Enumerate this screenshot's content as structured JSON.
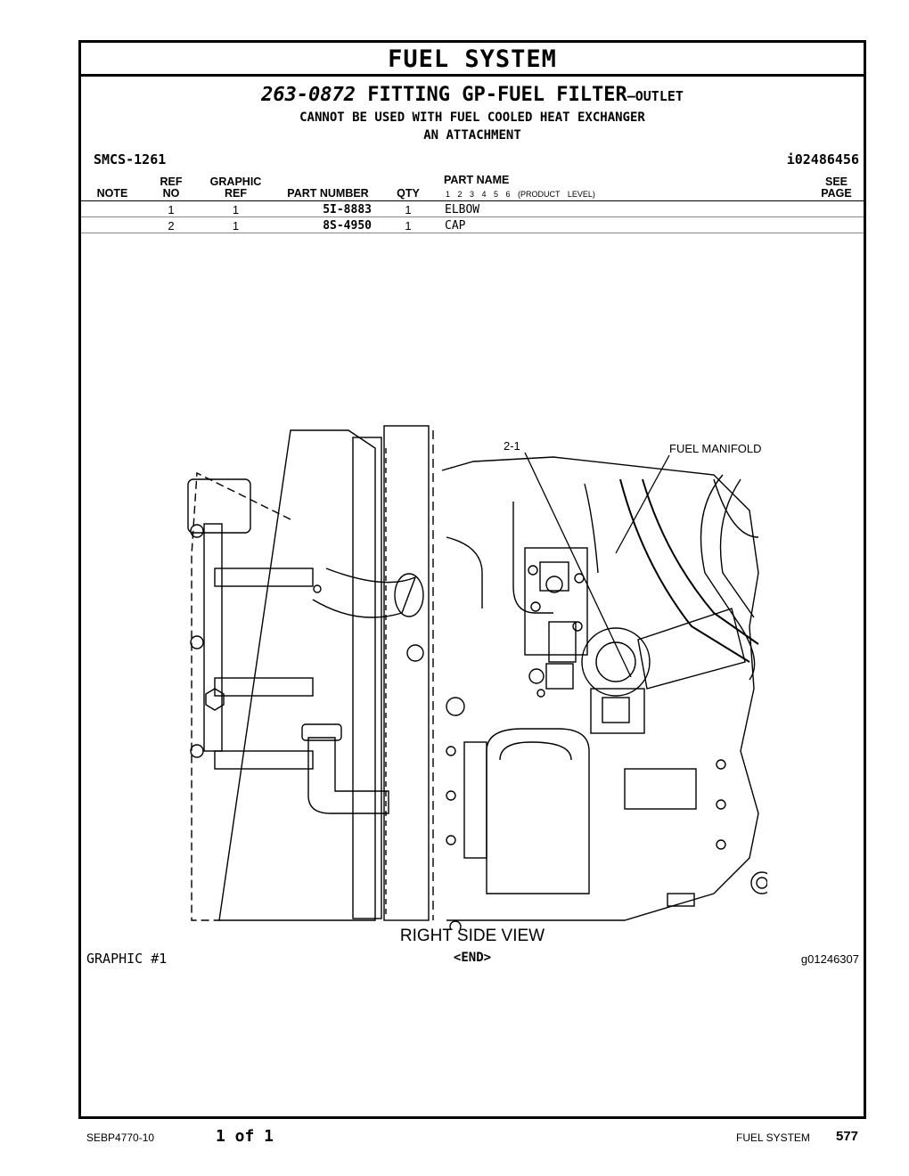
{
  "section_title": "FUEL SYSTEM",
  "group": {
    "number": "263-0872",
    "name": "FITTING GP-FUEL FILTER",
    "name_suffix": "–OUTLET",
    "note_1": "CANNOT BE USED WITH FUEL COOLED HEAT EXCHANGER",
    "note_2": "AN ATTACHMENT"
  },
  "smcs": "SMCS-1261",
  "illustration_id": "i02486456",
  "table": {
    "headers": {
      "note": "NOTE",
      "ref": "REF",
      "no": "NO",
      "graphic": "GRAPHIC",
      "graphic_ref": "REF",
      "part_number": "PART NUMBER",
      "qty": "QTY",
      "part_name": "PART NAME",
      "levels": "1 2 3 4 5 6 (PRODUCT LEVEL)",
      "see": "SEE",
      "page": "PAGE"
    },
    "rows": [
      {
        "ref_no": "1",
        "graphic_ref": "1",
        "part_number": "5I-8883",
        "qty": "1",
        "part_name": "ELBOW"
      },
      {
        "ref_no": "2",
        "graphic_ref": "1",
        "part_number": "8S-4950",
        "qty": "1",
        "part_name": "CAP"
      }
    ]
  },
  "illustration": {
    "callout_ref": "2-1",
    "callout_manifold": "FUEL MANIFOLD",
    "view_label": "RIGHT SIDE VIEW"
  },
  "graphic_number": "GRAPHIC #1",
  "end_mark": "<END>",
  "graphic_id": "g01246307",
  "footer": {
    "document": "SEBP4770-10",
    "page_of": "1 of 1",
    "section": "FUEL SYSTEM",
    "page_number": "577"
  }
}
